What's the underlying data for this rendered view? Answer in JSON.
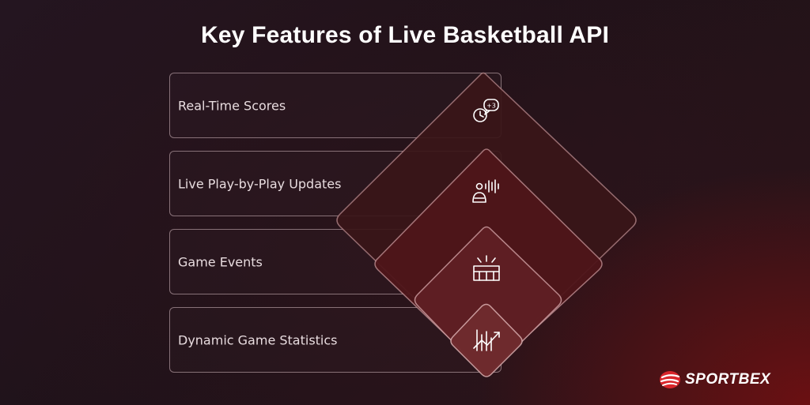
{
  "title": "Key Features of Live Basketball API",
  "features": [
    {
      "label": "Real-Time Scores",
      "icon": "clock-plus-three-icon"
    },
    {
      "label": "Live Play-by-Play Updates",
      "icon": "commentator-audio-icon"
    },
    {
      "label": "Game Events",
      "icon": "stadium-icon"
    },
    {
      "label": "Dynamic Game Statistics",
      "icon": "trending-stats-icon"
    }
  ],
  "score_badge": "+3",
  "brand": {
    "name": "SPORTBEX",
    "accent": "#d9262b"
  },
  "colors": {
    "background": "#22141c",
    "diamond_1": "#3a1618",
    "diamond_2": "#4e1519",
    "diamond_3": "#5f1f23",
    "diamond_4": "#6e2a2d",
    "card_border": "#c8b2b7"
  }
}
